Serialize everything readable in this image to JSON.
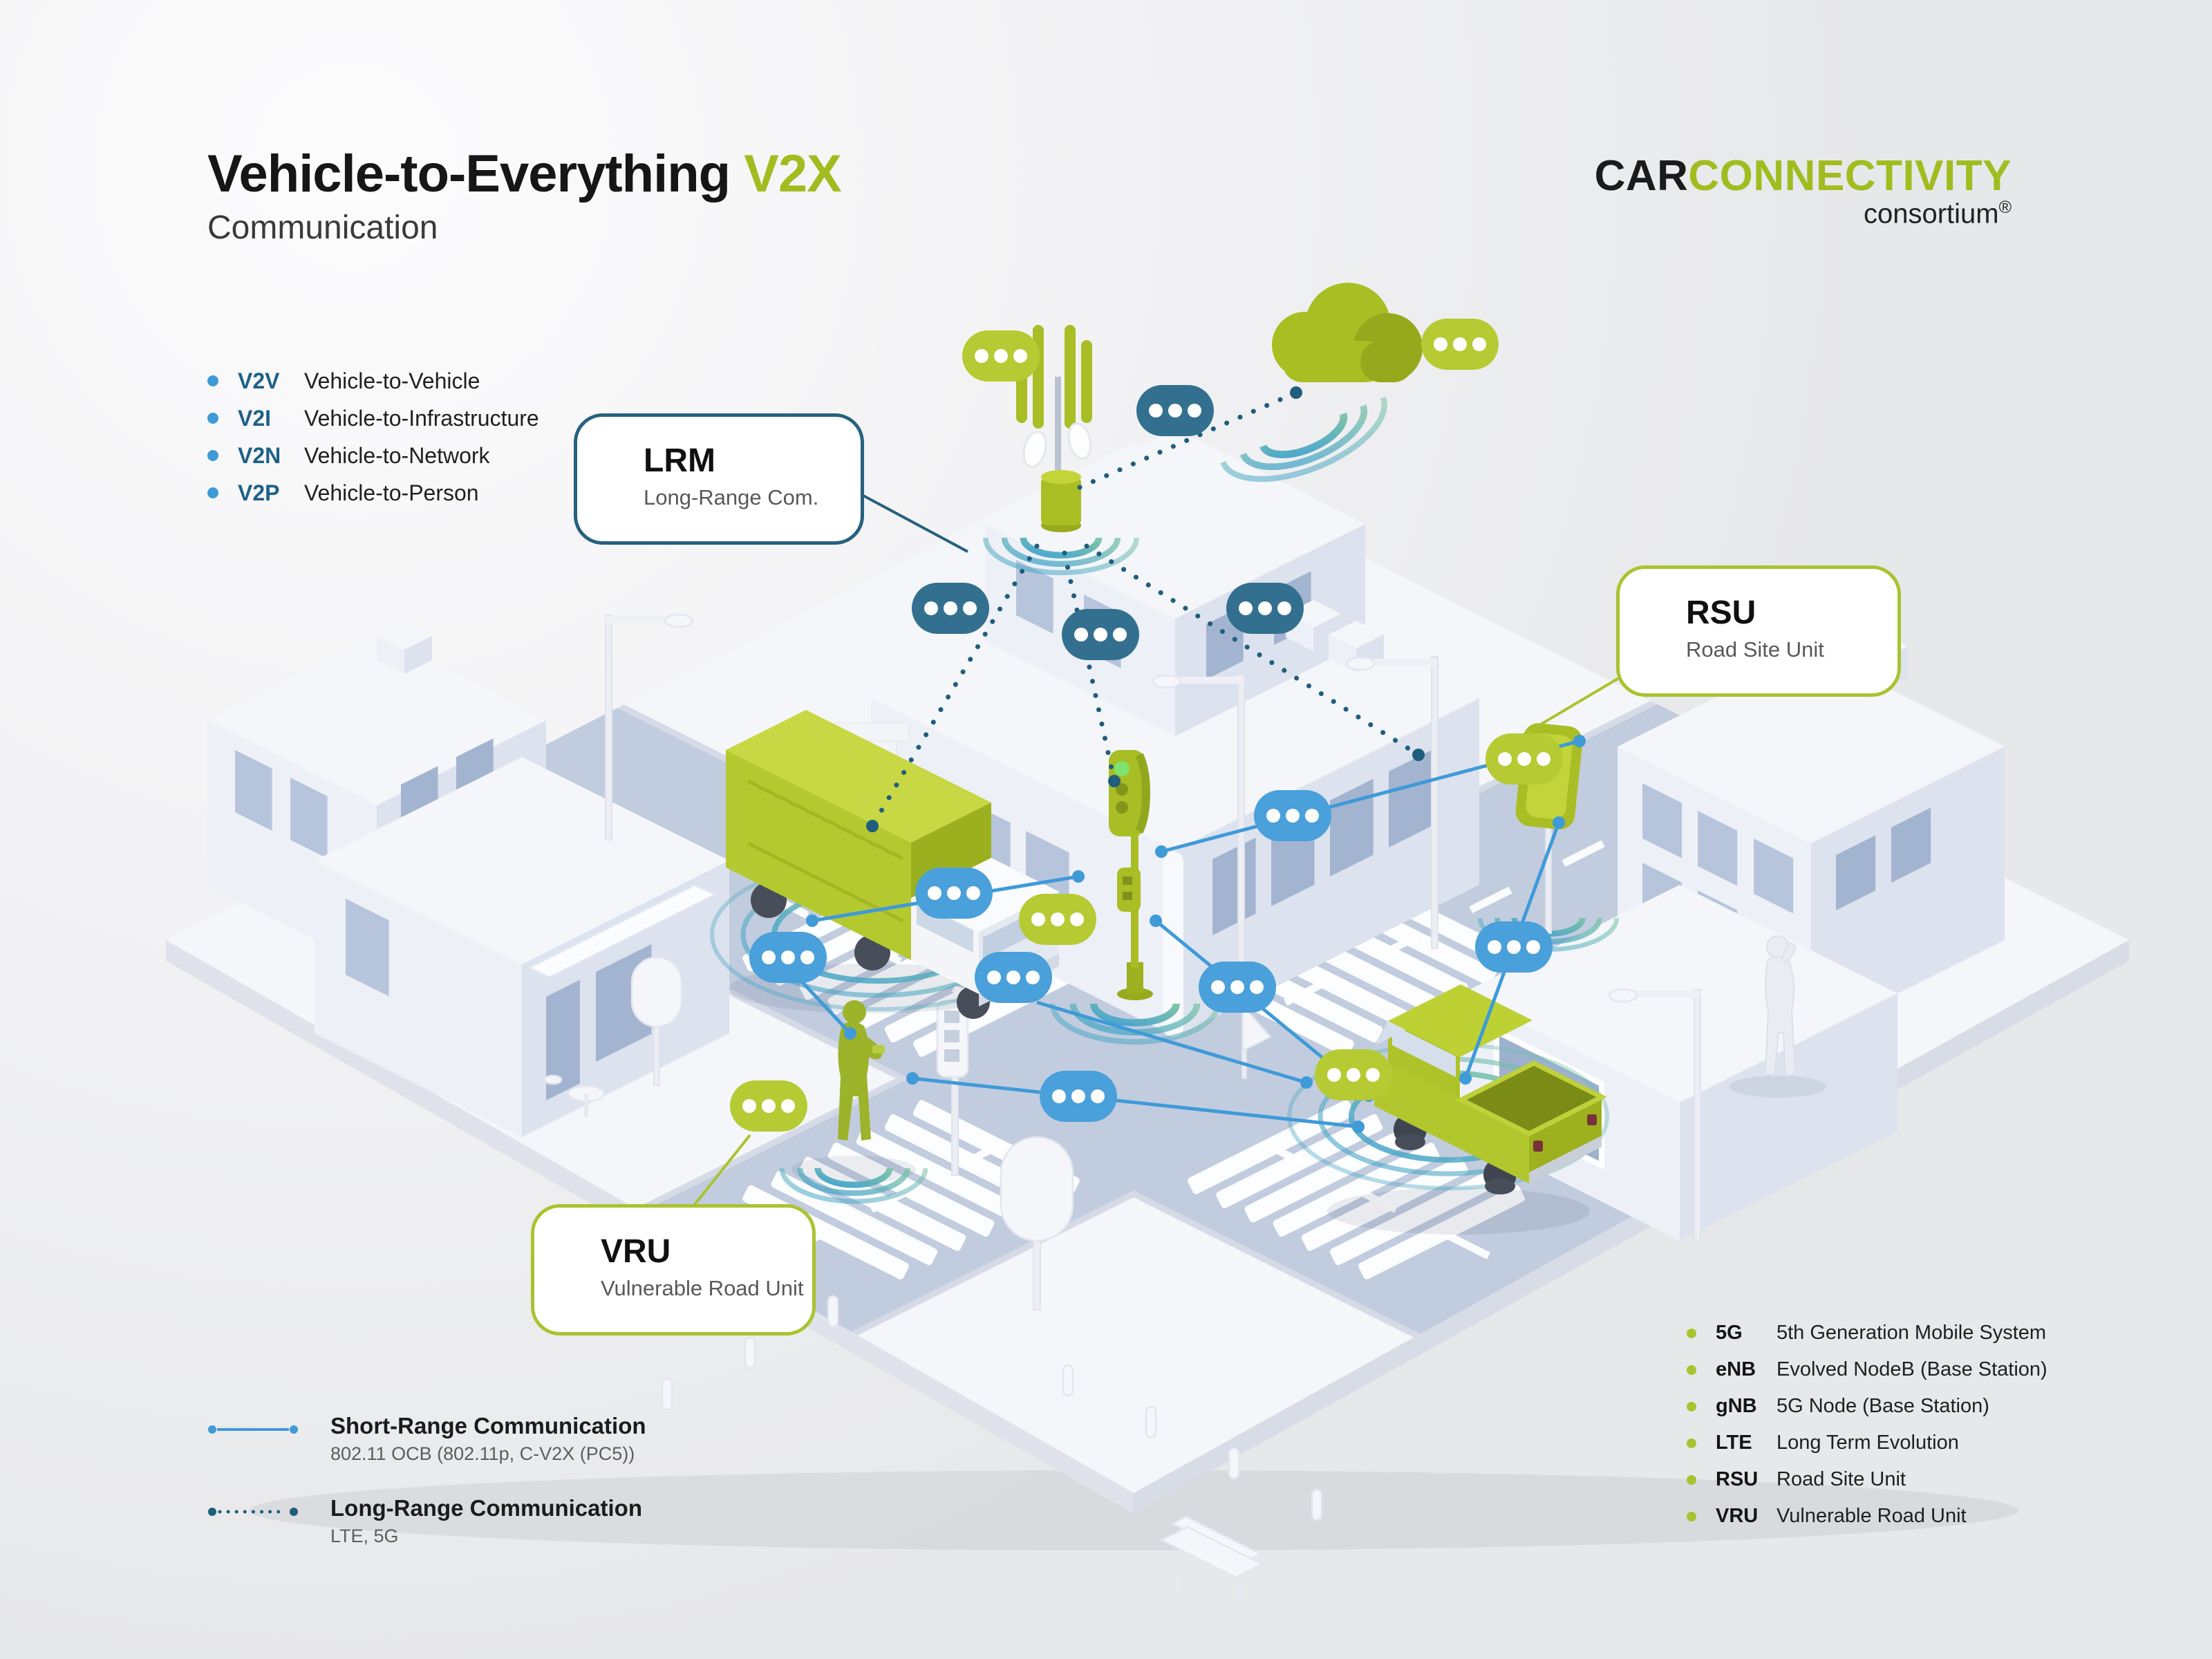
{
  "header": {
    "title_black": "Vehicle-to-Everything",
    "title_accent": "V2X",
    "subtitle": "Communication"
  },
  "logo": {
    "car": "CAR",
    "connectivity": "CONNECTIVITY",
    "consortium": "consortium",
    "registered": "®"
  },
  "v2x_types": [
    {
      "abbr": "V2V",
      "label": "Vehicle-to-Vehicle"
    },
    {
      "abbr": "V2I",
      "label": "Vehicle-to-Infrastructure"
    },
    {
      "abbr": "V2N",
      "label": "Vehicle-to-Network"
    },
    {
      "abbr": "V2P",
      "label": "Vehicle-to-Person"
    }
  ],
  "callouts": {
    "lrm": {
      "title": "LRM",
      "subtitle": "Long-Range Com."
    },
    "rsu": {
      "title": "RSU",
      "subtitle": "Road Site Unit"
    },
    "vru": {
      "title": "VRU",
      "subtitle": "Vulnerable Road Unit"
    }
  },
  "line_legend": [
    {
      "label": "Short-Range Communication",
      "detail": "802.11 OCB (802.11p, C-V2X (PC5))",
      "style": "solid"
    },
    {
      "label": "Long-Range Communication",
      "detail": "LTE, 5G",
      "style": "dotted"
    }
  ],
  "glossary": [
    {
      "abbr": "5G",
      "label": "5th Generation Mobile System"
    },
    {
      "abbr": "eNB",
      "label": "Evolved NodeB (Base Station)"
    },
    {
      "abbr": "gNB",
      "label": "5G Node (Base Station)"
    },
    {
      "abbr": "LTE",
      "label": "Long Term Evolution"
    },
    {
      "abbr": "RSU",
      "label": "Road Site Unit"
    },
    {
      "abbr": "VRU",
      "label": "Vulnerable Road Unit"
    }
  ],
  "colors": {
    "accent_green": "#a9c32f",
    "logo_green": "#a2bc20",
    "short_range_blue": "#3f9ad8",
    "long_range_petrol": "#1f5e7d",
    "bubble_green": "#b6ca34",
    "bubble_blue": "#49a0da",
    "bubble_petrol": "#33708f",
    "abbr_blue": "#1d6089",
    "road": "#c2ccdf"
  },
  "scene_icons": [
    "cell-tower",
    "network-cloud",
    "rsu-device",
    "traffic-light",
    "delivery-truck",
    "pickup-car",
    "vru-pedestrian",
    "bystander-pedestrian",
    "chat-bubble",
    "radio-waves",
    "street-lamp"
  ]
}
